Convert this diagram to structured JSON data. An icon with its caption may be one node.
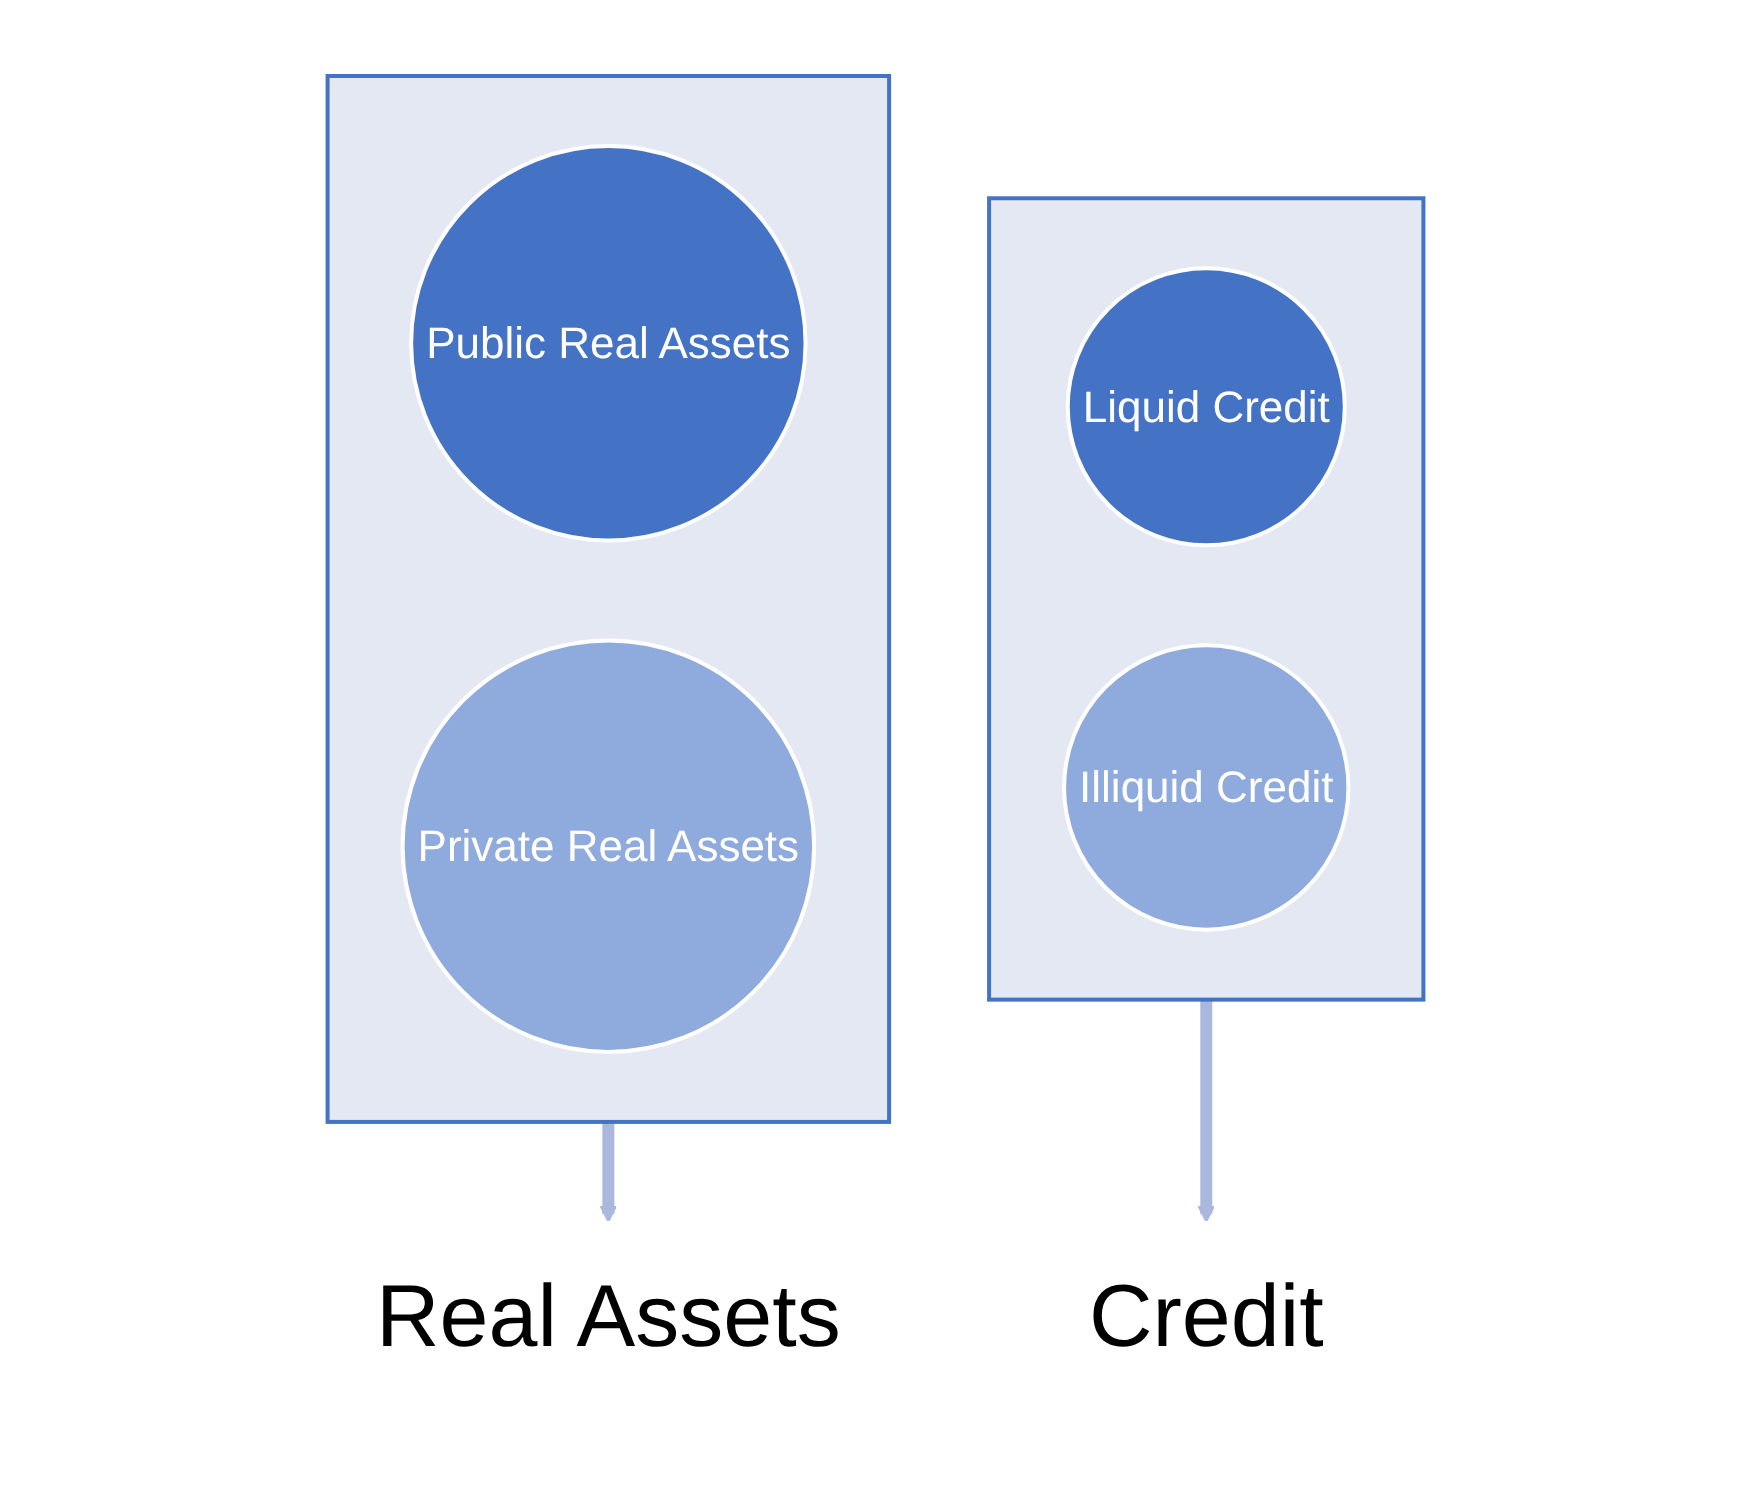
{
  "diagram": {
    "nodes": [
      {
        "text": [],
        "shape": "funnel"
      },
      {
        "text": [
          "Liquid Credit"
        ],
        "in": 0
      },
      {
        "text": [
          "Illiquid Credit"
        ],
        "in": 0
      },
      {
        "text": [
          "Credit"
        ]
      },
      {
        "text": [],
        "shape": "funnel"
      },
      {
        "text": [
          "Public Real Assets"
        ],
        "in": 4
      },
      {
        "text": [
          "Private Real Assets"
        ],
        "in": 4
      },
      {
        "text": [
          "Real Assets"
        ]
      }
    ],
    "edges": [
      {
        "from": 0,
        "to": 3,
        "arrow": "to"
      },
      {
        "from": 4,
        "to": 7,
        "arrow": "to"
      }
    ]
  }
}
